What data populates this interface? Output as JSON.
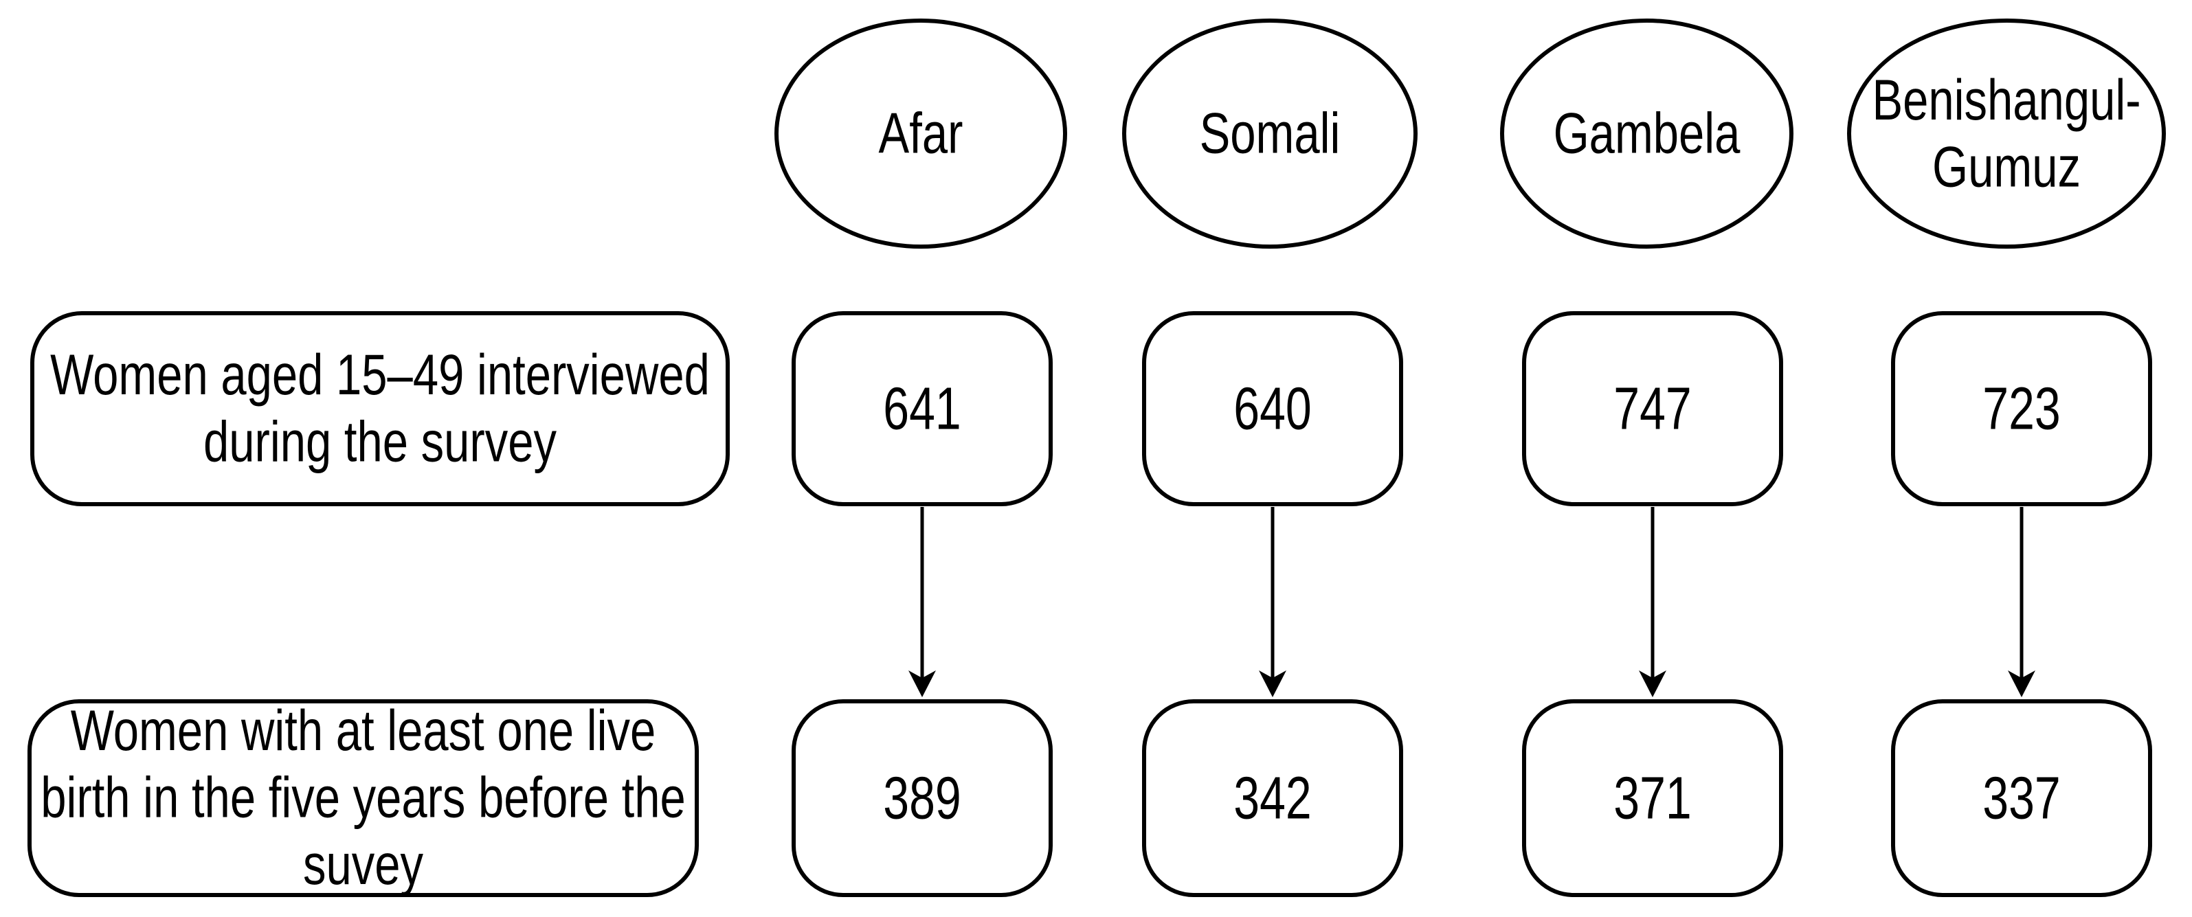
{
  "diagram": {
    "type": "survey-sampling-flow",
    "row_labels": {
      "interviewed": "Women aged 15–49 interviewed during the survey",
      "live_birth": "Women with at least one live birth in the five years before the suvey"
    },
    "regions": [
      {
        "name": "Afar",
        "interviewed": "641",
        "live_birth": "389"
      },
      {
        "name": "Somali",
        "interviewed": "640",
        "live_birth": "342"
      },
      {
        "name": "Gambela",
        "interviewed": "747",
        "live_birth": "371"
      },
      {
        "name": "Benishangul-Gumuz",
        "interviewed": "723",
        "live_birth": "337"
      }
    ],
    "colors": {
      "ink": "#000000",
      "background": "#ffffff"
    }
  }
}
